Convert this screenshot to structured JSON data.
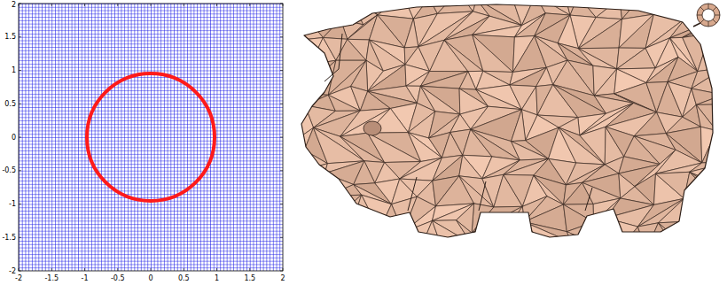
{
  "diagram": {
    "labels": [
      "2",
      "1.5",
      "1",
      "0.5",
      "0",
      "-0.5",
      "-1",
      "-1.5",
      "-2",
      "-2",
      "-1.5",
      "-1",
      "-0.5",
      "0",
      "0.5",
      "1",
      "1.5",
      "2"
    ]
  }
}
